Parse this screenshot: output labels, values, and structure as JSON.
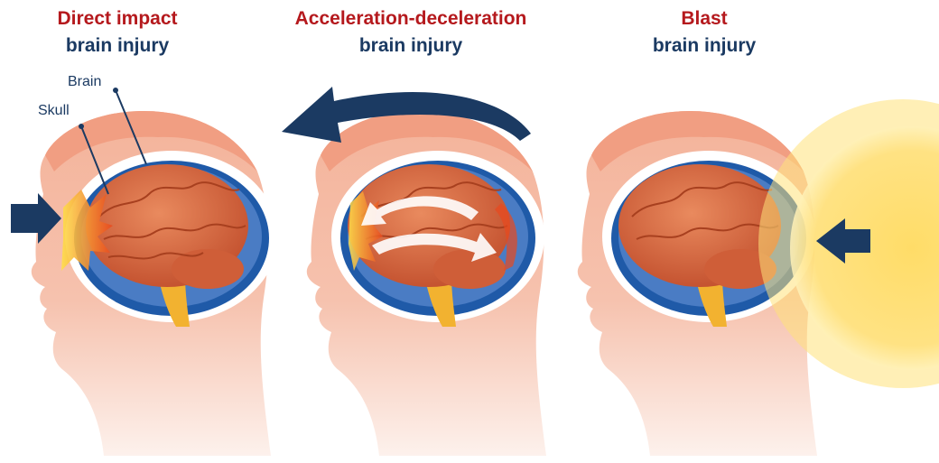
{
  "panels": [
    {
      "title_top": "Direct impact",
      "title_bottom": "brain injury"
    },
    {
      "title_top": "Acceleration-deceleration",
      "title_bottom": "brain injury"
    },
    {
      "title_top": "Blast",
      "title_bottom": "brain injury"
    }
  ],
  "labels": {
    "brain": "Brain",
    "skull": "Skull"
  },
  "colors": {
    "title_red": "#b5191d",
    "title_navy": "#1b3a62",
    "skin": "#f4b39a",
    "skull_blue": "#1f5aa8",
    "brain": "#d9663e",
    "arrow": "#1b3a62",
    "blast": "#ffd45a"
  }
}
